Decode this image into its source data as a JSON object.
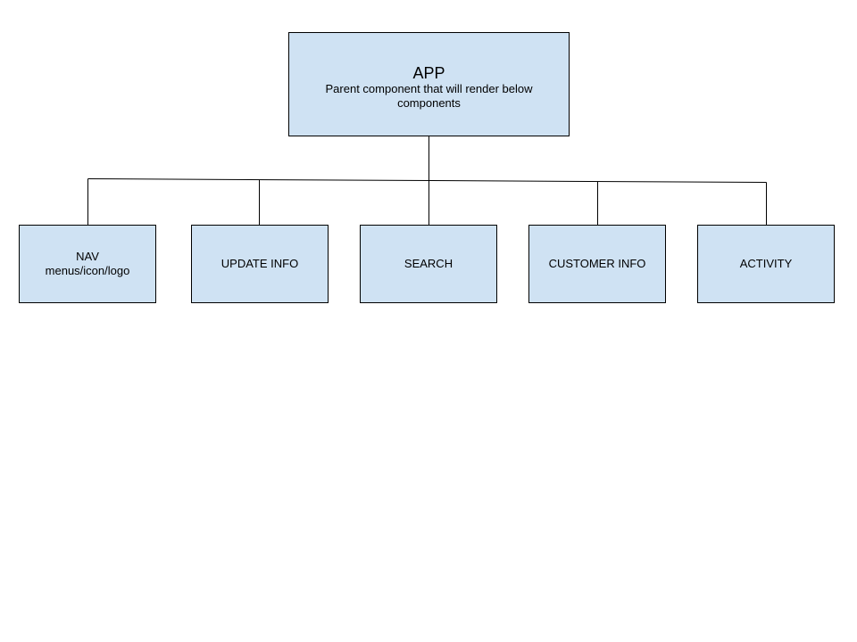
{
  "diagram": {
    "fill_color": "#cfe2f3",
    "stroke_color": "#000000",
    "root": {
      "title": "APP",
      "description": "Parent component that will render below components"
    },
    "children": [
      {
        "title": "NAV",
        "description": "menus/icon/logo"
      },
      {
        "title": "UPDATE INFO",
        "description": ""
      },
      {
        "title": "SEARCH",
        "description": ""
      },
      {
        "title": "CUSTOMER INFO",
        "description": ""
      },
      {
        "title": "ACTIVITY",
        "description": ""
      }
    ]
  }
}
